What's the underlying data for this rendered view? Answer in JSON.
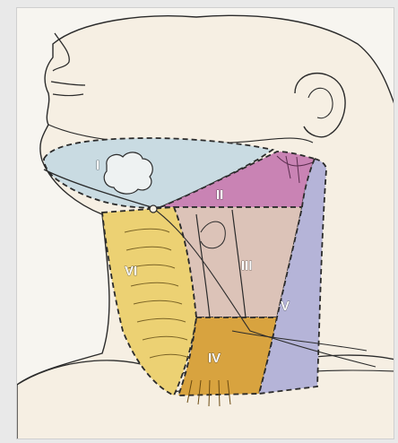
{
  "diagram": {
    "regions": [
      {
        "id": "I",
        "label": "I",
        "color": "#c9dbe2"
      },
      {
        "id": "II",
        "label": "II",
        "color": "#c983b4"
      },
      {
        "id": "III",
        "label": "III",
        "color": "#dcc3b8"
      },
      {
        "id": "IV",
        "label": "IV",
        "color": "#d8a33f"
      },
      {
        "id": "V",
        "label": "V",
        "color": "#b5b4d8"
      },
      {
        "id": "VI",
        "label": "VI",
        "color": "#ecd173"
      }
    ],
    "skin_color": "#f6efe3",
    "line_color": "#2b2b2b"
  }
}
